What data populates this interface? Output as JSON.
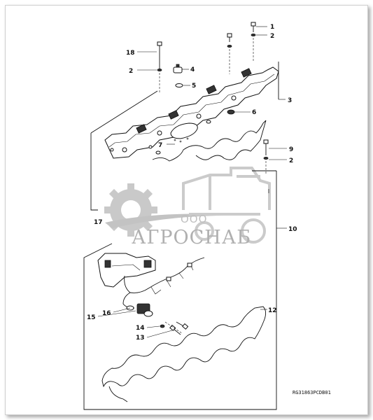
{
  "diagram": {
    "callouts": [
      "1",
      "2",
      "3",
      "4",
      "5",
      "6",
      "7",
      "2",
      "9",
      "2",
      "10",
      "12",
      "13",
      "14",
      "15",
      "16",
      "17",
      "18"
    ],
    "drawing_code": "RG31863PCDB01"
  },
  "watermark": {
    "company_prefix": "ООО",
    "company_name": "АГРОСНАБ"
  }
}
